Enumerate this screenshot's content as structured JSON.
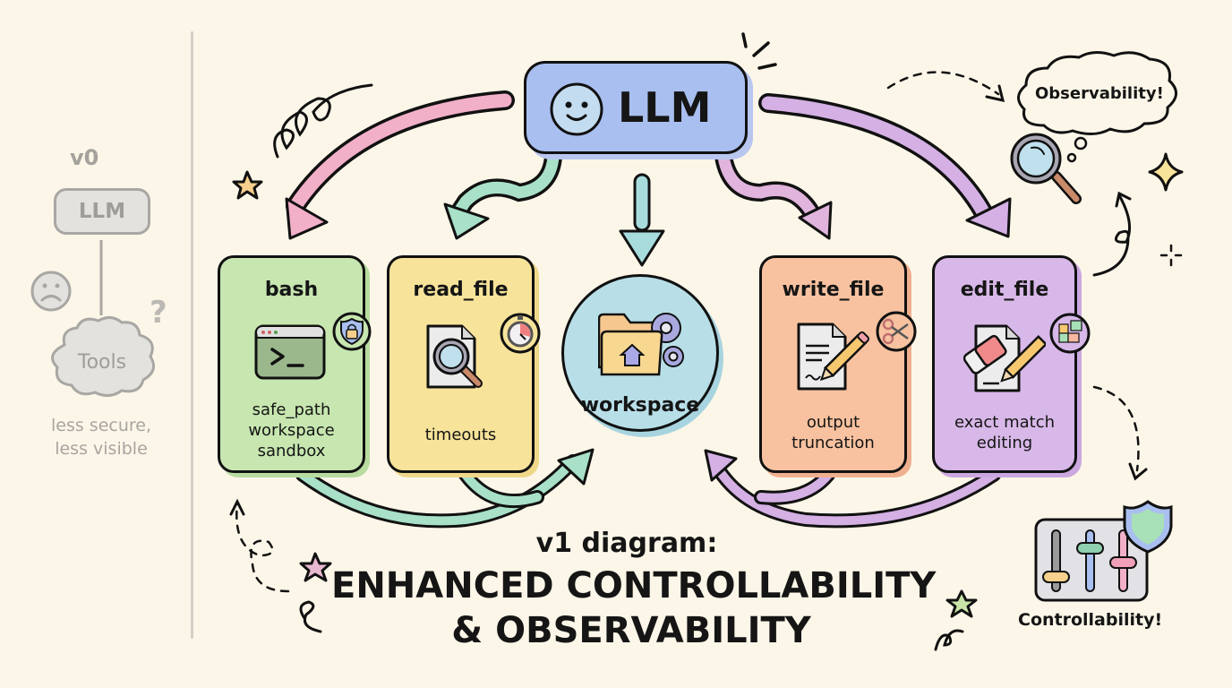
{
  "v0": {
    "title": "v0",
    "llm_label": "LLM",
    "tools_label": "Tools",
    "question_mark": "?",
    "note_line1": "less secure,",
    "note_line2": "less visible",
    "icons": [
      "sad-face-icon",
      "question-mark-icon",
      "cloud-icon"
    ]
  },
  "v1": {
    "llm_label": "LLM",
    "tools": [
      {
        "name": "bash",
        "lines": [
          "safe_path",
          "workspace",
          "sandbox"
        ],
        "badge_icon": "shield-lock-icon",
        "main_icon": "terminal-icon",
        "color": "#c7e6b0"
      },
      {
        "name": "read_file",
        "lines": [
          "timeouts"
        ],
        "badge_icon": "stopwatch-icon",
        "main_icon": "file-search-icon",
        "color": "#f7e39a"
      },
      {
        "name": "write_file",
        "lines": [
          "output",
          "truncation"
        ],
        "badge_icon": "scissors-icon",
        "main_icon": "file-pencil-icon",
        "color": "#f8c2a0"
      },
      {
        "name": "edit_file",
        "lines": [
          "exact match",
          "editing"
        ],
        "badge_icon": "puzzle-icon",
        "main_icon": "eraser-pencil-icon",
        "color": "#d8b8e8"
      }
    ],
    "workspace_label": "workspace",
    "observability_label": "Observability!",
    "controllability_label": "Controllability!"
  },
  "title": {
    "subtitle": "v1 diagram:",
    "line1": "ENHANCED CONTROLLABILITY",
    "line2": "& OBSERVABILITY"
  },
  "colors": {
    "background": "#fbf6e8",
    "llm": "#a9bff0",
    "workspace": "#b8dfe8",
    "arrow_pink": "#f2b0c8",
    "arrow_green": "#a8e0c8",
    "arrow_purple": "#d4b0e4",
    "arrow_teal": "#a8dcdc"
  }
}
